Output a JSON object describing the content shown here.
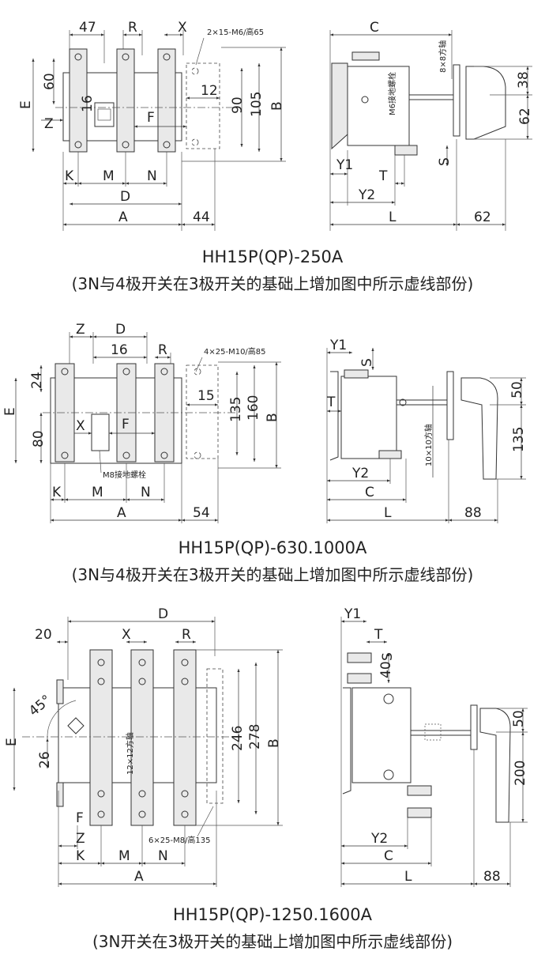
{
  "figures": [
    {
      "caption_title": "HH15P(QP)-250A",
      "caption_note": "(3N与4极开关在3极开关的基础上增加图中所示虚线部份)",
      "front": {
        "labels": {
          "l47": "47",
          "R": "R",
          "X": "X",
          "bolts": "2×15-M6/高65",
          "l60": "60",
          "E": "E",
          "l16": "16",
          "l12": "12",
          "l90": "90",
          "l105": "105",
          "B": "B",
          "Z": "Z",
          "F": "F",
          "K": "K",
          "M": "M",
          "N": "N",
          "D": "D",
          "A": "A",
          "l44": "44"
        }
      },
      "side": {
        "labels": {
          "C": "C",
          "shaft": "8×8方轴",
          "ground": "M6接地螺栓",
          "l38": "38",
          "l62": "62",
          "S": "S",
          "Y1": "Y1",
          "T": "T",
          "Y2": "Y2",
          "L": "L",
          "l62b": "62"
        }
      }
    },
    {
      "caption_title": "HH15P(QP)-630.1000A",
      "caption_note": "(3N与4极开关在3极开关的基础上增加图中所示虚线部份)",
      "front": {
        "labels": {
          "Z": "Z",
          "D": "D",
          "l16": "16",
          "R": "R",
          "bolts": "4×25-M10/高85",
          "l24": "24",
          "E": "E",
          "l15": "15",
          "l135": "135",
          "l160": "160",
          "B": "B",
          "X": "X",
          "F": "F",
          "l80": "80",
          "ground": "M8接地螺栓",
          "K": "K",
          "M": "M",
          "N": "N",
          "A": "A",
          "l54": "54"
        }
      },
      "side": {
        "labels": {
          "Y1": "Y1",
          "S": "S",
          "T": "T",
          "shaft": "10×10方轴",
          "l50": "50",
          "l135": "135",
          "Y2": "Y2",
          "C": "C",
          "L": "L",
          "l88": "88"
        }
      }
    },
    {
      "caption_title": "HH15P(QP)-1250.1600A",
      "caption_note": "(3N开关在3极开关的基础上增加图中所示虚线部份)",
      "front": {
        "labels": {
          "D": "D",
          "l20": "20",
          "X": "X",
          "R": "R",
          "angle": "45°",
          "E": "E",
          "shaft": "12×12方轴",
          "l26": "26",
          "l246": "246",
          "l278": "278",
          "B": "B",
          "F": "F",
          "Z": "Z",
          "bolts": "6×25-M8/高135",
          "K": "K",
          "M": "M",
          "N": "N",
          "A": "A"
        }
      },
      "side": {
        "labels": {
          "Y1": "Y1",
          "T": "T",
          "S": "S",
          "l40": "40",
          "l50": "50",
          "l200": "200",
          "Y2": "Y2",
          "C": "C",
          "L": "L",
          "l88": "88"
        }
      }
    }
  ]
}
